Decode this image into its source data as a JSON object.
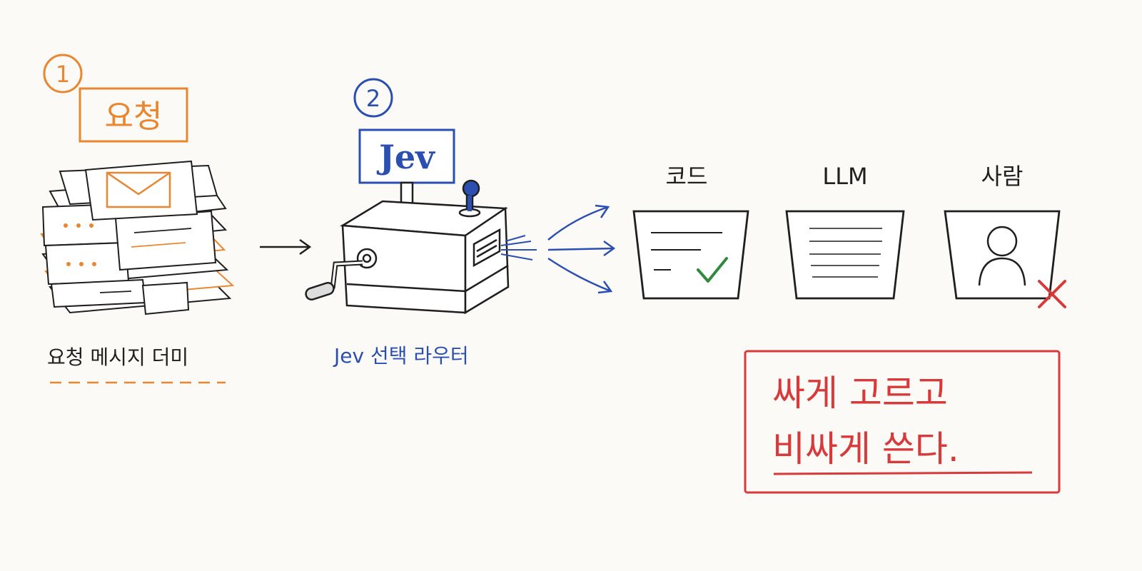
{
  "colors": {
    "orange": "#e9862f",
    "blue": "#2a4fb0",
    "red": "#d63a3a",
    "ink": "#1f1f1f",
    "green": "#2f8a3c",
    "paper": "#fbfaf7"
  },
  "steps": {
    "one": {
      "number": "1",
      "label": "요청",
      "caption": "요청 메시지 더미"
    },
    "two": {
      "number": "2",
      "sign": "Jev",
      "caption": "Jev 선택 라우터"
    }
  },
  "targets": [
    {
      "label": "코드",
      "icon": "code-document-icon",
      "status": "check-icon"
    },
    {
      "label": "LLM",
      "icon": "text-lines-document-icon",
      "status": ""
    },
    {
      "label": "사람",
      "icon": "person-icon",
      "status": "x-mark-icon"
    }
  ],
  "note": {
    "line1": "싸게 고르고",
    "line2": "비싸게 쓴다."
  }
}
